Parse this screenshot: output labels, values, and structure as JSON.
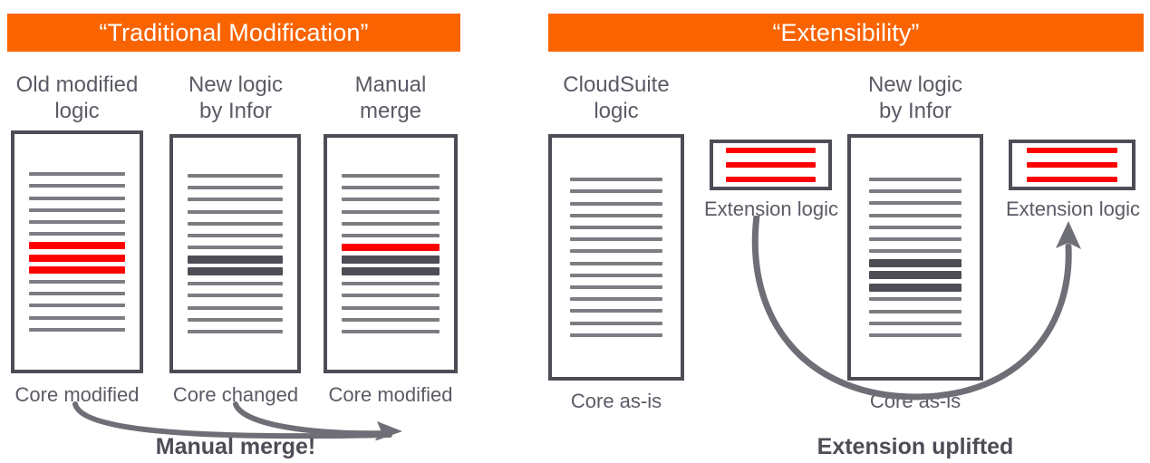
{
  "diagram": {
    "title_colors": {
      "header_bg": "#fa6400",
      "header_text": "#ffffff",
      "box_border": "#4f4c56",
      "line_gray": "#7c7c82",
      "line_dark": "#4f4c56",
      "line_red": "#fe0000",
      "label_text": "#5b5b66"
    }
  },
  "left_panel": {
    "header": "“Traditional Modification”",
    "columns": [
      {
        "label": "Old modified\nlogic",
        "caption": "Core modified"
      },
      {
        "label": "New logic\nby Infor",
        "caption": "Core changed"
      },
      {
        "label": "Manual\nmerge",
        "caption": "Core modified"
      }
    ],
    "annotation": "Manual merge!",
    "documents": [
      {
        "name": "old-modified-logic",
        "lines": [
          "gray",
          "gray",
          "gray",
          "gray",
          "gray",
          "gray",
          "red",
          "red",
          "red",
          "gray",
          "gray",
          "gray",
          "gray",
          "gray"
        ]
      },
      {
        "name": "new-logic-by-infor",
        "lines": [
          "gray",
          "gray",
          "gray",
          "gray",
          "gray",
          "gray",
          "gray",
          "dark",
          "dark",
          "gray",
          "gray",
          "gray",
          "gray",
          "gray"
        ]
      },
      {
        "name": "manual-merge",
        "lines": [
          "gray",
          "gray",
          "gray",
          "gray",
          "gray",
          "gray",
          "red",
          "dark",
          "dark",
          "gray",
          "gray",
          "gray",
          "gray",
          "gray"
        ]
      }
    ]
  },
  "right_panel": {
    "header": "“Extensibility”",
    "columns": [
      {
        "label": "CloudSuite\nlogic",
        "caption": "Core as-is"
      },
      {
        "label": "New logic\nby Infor",
        "caption": "Core as-is"
      }
    ],
    "extension_caption": "Extension logic",
    "annotation": "Extension uplifted",
    "documents": [
      {
        "name": "cloudsuite-logic",
        "lines": [
          "gray",
          "gray",
          "gray",
          "gray",
          "gray",
          "gray",
          "gray",
          "gray",
          "gray",
          "gray",
          "gray",
          "gray",
          "gray",
          "gray"
        ]
      },
      {
        "name": "new-logic-by-infor",
        "lines": [
          "gray",
          "gray",
          "gray",
          "gray",
          "gray",
          "gray",
          "gray",
          "dark",
          "dark",
          "dark",
          "gray",
          "gray",
          "gray",
          "gray"
        ]
      }
    ],
    "extensions": [
      {
        "name": "extension-logic-before",
        "lines": [
          "red",
          "red",
          "red"
        ]
      },
      {
        "name": "extension-logic-after",
        "lines": [
          "red",
          "red",
          "red"
        ]
      }
    ]
  }
}
